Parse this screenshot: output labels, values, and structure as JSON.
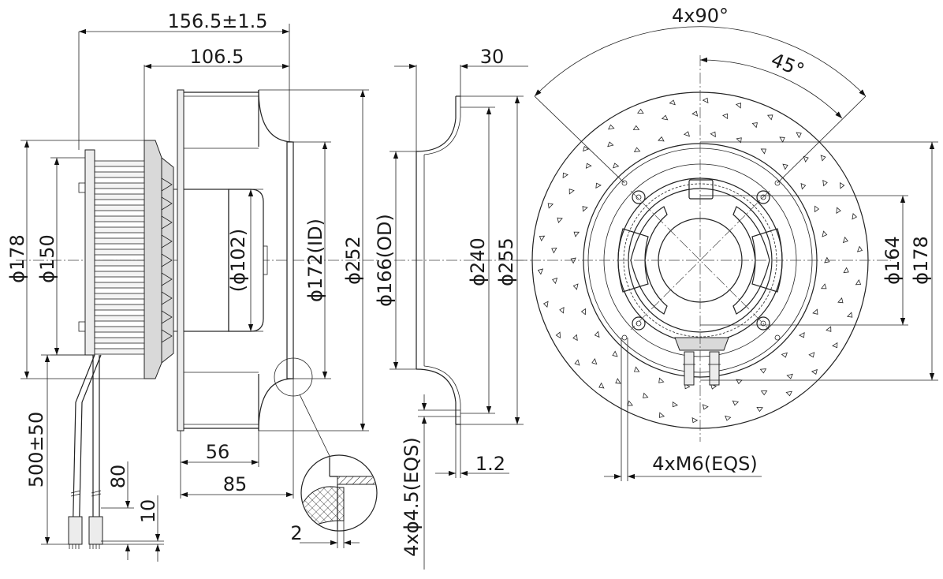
{
  "dimensions": {
    "overall_length": "156.5±1.5",
    "motor_length": "106.5",
    "inlet_depth": "30",
    "angle_total": "4x90°",
    "angle_half": "45°",
    "dia_178_left": "ϕ178",
    "dia_150": "ϕ150",
    "dia_102": "(ϕ102)",
    "dia_172_id": "ϕ172(ID)",
    "dia_252": "ϕ252",
    "dia_166_od": "ϕ166(OD)",
    "dia_240": "ϕ240",
    "dia_255": "ϕ255",
    "dia_164": "ϕ164",
    "dia_178_right": "ϕ178",
    "wheel_56": "56",
    "wheel_85": "85",
    "lead_length": "500±50",
    "strip_80": "80",
    "strip_10": "10",
    "detail_2": "2",
    "holes": "4xϕ4.5(EQS)",
    "sheet_1_2": "1.2",
    "threads": "4xM6(EQS)"
  },
  "colors": {
    "line": "#222222",
    "fill_gray": "#d9d9d9",
    "fill_light": "#ececec",
    "background": "#ffffff"
  }
}
